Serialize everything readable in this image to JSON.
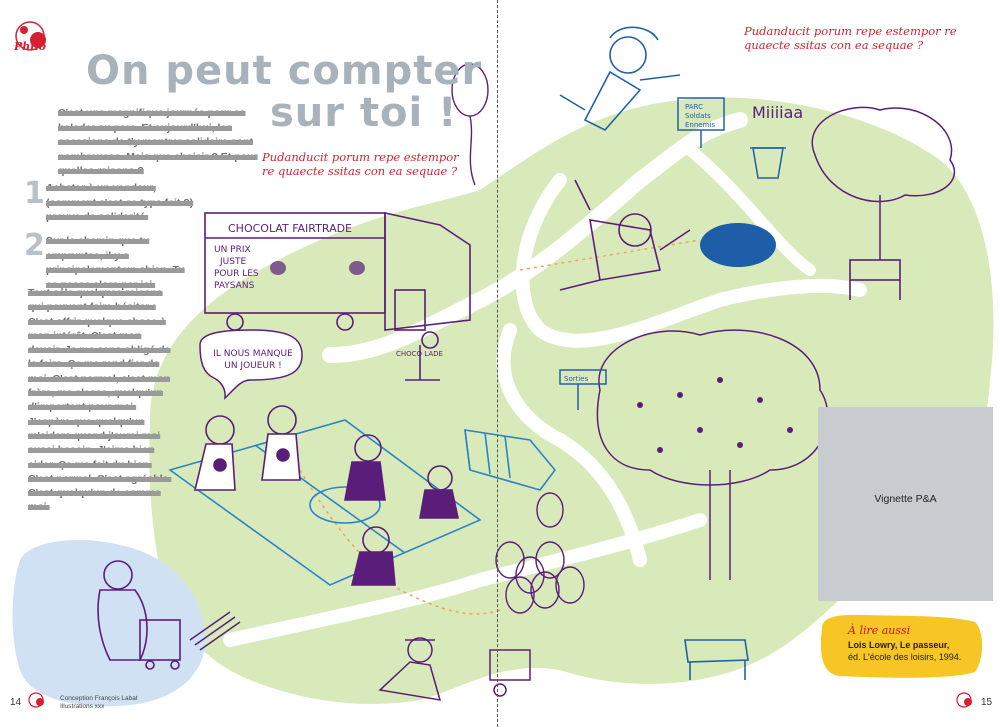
{
  "section": {
    "tag": "Philo",
    "logo": "red-ink-splash-logo"
  },
  "title": {
    "line1": "On peut compter",
    "line2": "sur toi !"
  },
  "placeholders": {
    "left": "Pudanducit porum repe estempor re quaecte ssitas con ea sequae ?",
    "right": "Pudanducit porum repe estempor re quaecte ssitas con ea sequae ?"
  },
  "intro": "C'est une magnifique journée pour se balader au parc. Et aujourd'hui, les occasions de t'y montrer solidaire sont nombreuses. Mais que choisir ? Et pour quelles raisons ?",
  "points": [
    {
      "number": "1",
      "text": "Acheter à un vendeur, (comment c'est ce type fait ?) preuve de solidarité."
    },
    {
      "number": "2",
      "text": "Sur le chemin que tu empruntes, il y a principalement un chien. Tu ce passe alors par ici."
    }
  ],
  "body": "Tout cela quelques raisons qui peuvent faire hésiter : C'est offrir quelque chose à mon intérêt. C'est mon devoir. Je me sens obligé de le faire. Ça me rend fier de moi. C'est normal, c'est mon frère, ma classe, quelqu'un d'important pour moi. J'espère que quelqu'un m'aidera quand j'aurai moi aussi besoin. J'aime bien aider. Ça me fait du bien. C'est normal. C'est agréable. C'est quelqu'un de comme moi.",
  "illustration": {
    "kiosk_sign": "CHOCOLAT FAIRTRADE",
    "kiosk_counter": [
      "UN PRIX",
      "JUSTE",
      "POUR LES",
      "PAYSANS"
    ],
    "kiosk_door": "CHOCO LADE",
    "speech_bubble": "IL NOUS MANQUE UN JOUEUR !",
    "park_sign": [
      "PARC",
      "Soldats",
      "Ennemis"
    ],
    "signpost": "Sorties",
    "cat_sound": "Miiiiaa"
  },
  "vignette": {
    "label": "Vignette P&A"
  },
  "reading": {
    "title": "À lire aussi",
    "book": "Lois Lowry, Le passeur,",
    "publisher": "éd. L'école des loisirs, 1994."
  },
  "credits": {
    "line1": "Conception François Labat",
    "line2": "Illustrations xxx"
  },
  "folio": {
    "left": "14",
    "right": "15"
  },
  "colors": {
    "park_green": "#d8eaba",
    "path": "#ffffff",
    "ink_purple": "#5a1e7a",
    "ink_blue": "#2260a8",
    "pond_blue": "#1e5ea8",
    "accent_red": "#d62030",
    "title_grey": "#a8b2bb",
    "vignette_grey": "#c8ccd0",
    "post_it_yellow": "#f7c524",
    "shadow_blue": "#cfe1f3"
  }
}
